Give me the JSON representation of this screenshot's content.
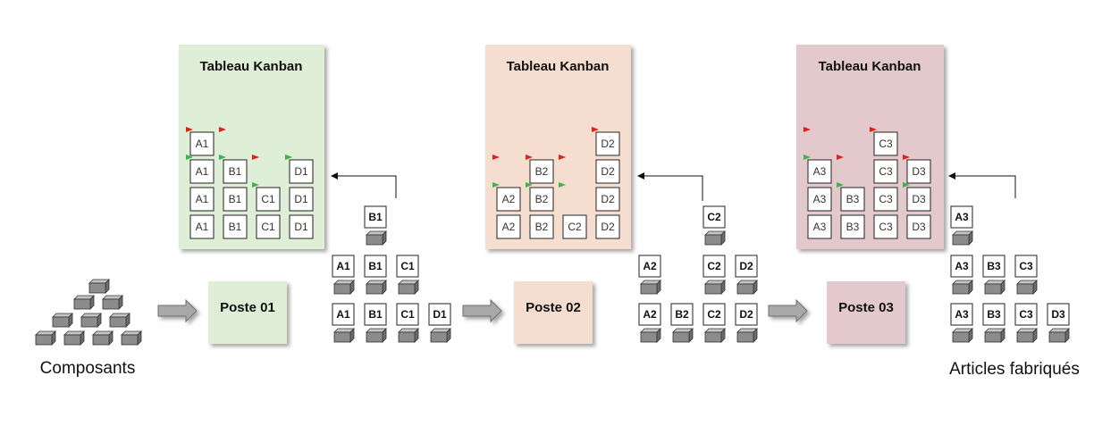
{
  "captions": {
    "input": "Composants",
    "output": "Articles fabriqués"
  },
  "boards": [
    {
      "title": "Tableau Kanban",
      "fill": "#dfeed6",
      "columns": [
        {
          "cards": [
            "A1",
            "A1",
            "A1",
            "A1"
          ],
          "red_at": 4,
          "green_at": 3
        },
        {
          "cards": [
            "B1",
            "B1",
            "B1"
          ],
          "red_at": 4,
          "green_at": 3
        },
        {
          "cards": [
            "C1",
            "C1"
          ],
          "red_at": 3,
          "green_at": 2
        },
        {
          "cards": [
            "D1",
            "D1",
            "D1"
          ],
          "red_at": 3,
          "green_at": 3
        }
      ]
    },
    {
      "title": "Tableau Kanban",
      "fill": "#f5ddd0",
      "columns": [
        {
          "cards": [
            "A2",
            "A2"
          ],
          "red_at": 3,
          "green_at": 2
        },
        {
          "cards": [
            "B2",
            "B2",
            "B2"
          ],
          "red_at": 3,
          "green_at": 2
        },
        {
          "cards": [
            "C2"
          ],
          "red_at": 3,
          "green_at": 2
        },
        {
          "cards": [
            "D2",
            "D2",
            "D2",
            "D2"
          ],
          "red_at": 4,
          "green_at": 0
        }
      ]
    },
    {
      "title": "Tableau Kanban",
      "fill": "#e3c9cb",
      "columns": [
        {
          "cards": [
            "A3",
            "A3",
            "A3"
          ],
          "red_at": 4,
          "green_at": 3
        },
        {
          "cards": [
            "B3",
            "B3"
          ],
          "red_at": 3,
          "green_at": 2
        },
        {
          "cards": [
            "C3",
            "C3",
            "C3",
            "C3"
          ],
          "red_at": 4,
          "green_at": 0
        },
        {
          "cards": [
            "D3",
            "D3",
            "D3"
          ],
          "red_at": 3,
          "green_at": 2
        }
      ]
    }
  ],
  "postes": [
    {
      "label": "Poste 01",
      "fill": "#dfeed6"
    },
    {
      "label": "Poste 02",
      "fill": "#f5ddd0"
    },
    {
      "label": "Poste 03",
      "fill": "#e3c9cb"
    }
  ],
  "stocks": [
    {
      "rows": [
        [
          "A1",
          "B1",
          "C1",
          "D1"
        ],
        [
          "A1",
          "B1",
          "C1"
        ]
      ],
      "extra": "B1"
    },
    {
      "rows": [
        [
          "A2",
          "B2",
          "C2",
          "D2"
        ],
        [
          "A2",
          "",
          "C2",
          "D2"
        ]
      ],
      "extra": "C2"
    },
    {
      "rows": [
        [
          "A3",
          "B3",
          "C3",
          "D3"
        ],
        [
          "A3",
          "B3",
          "C3"
        ]
      ],
      "extra": "A3"
    }
  ],
  "colors": {
    "red_flag": "#e0211b",
    "green_flag": "#3cb54a",
    "arrow": "#8a8a8a",
    "box_face": "#8c8c8c"
  }
}
